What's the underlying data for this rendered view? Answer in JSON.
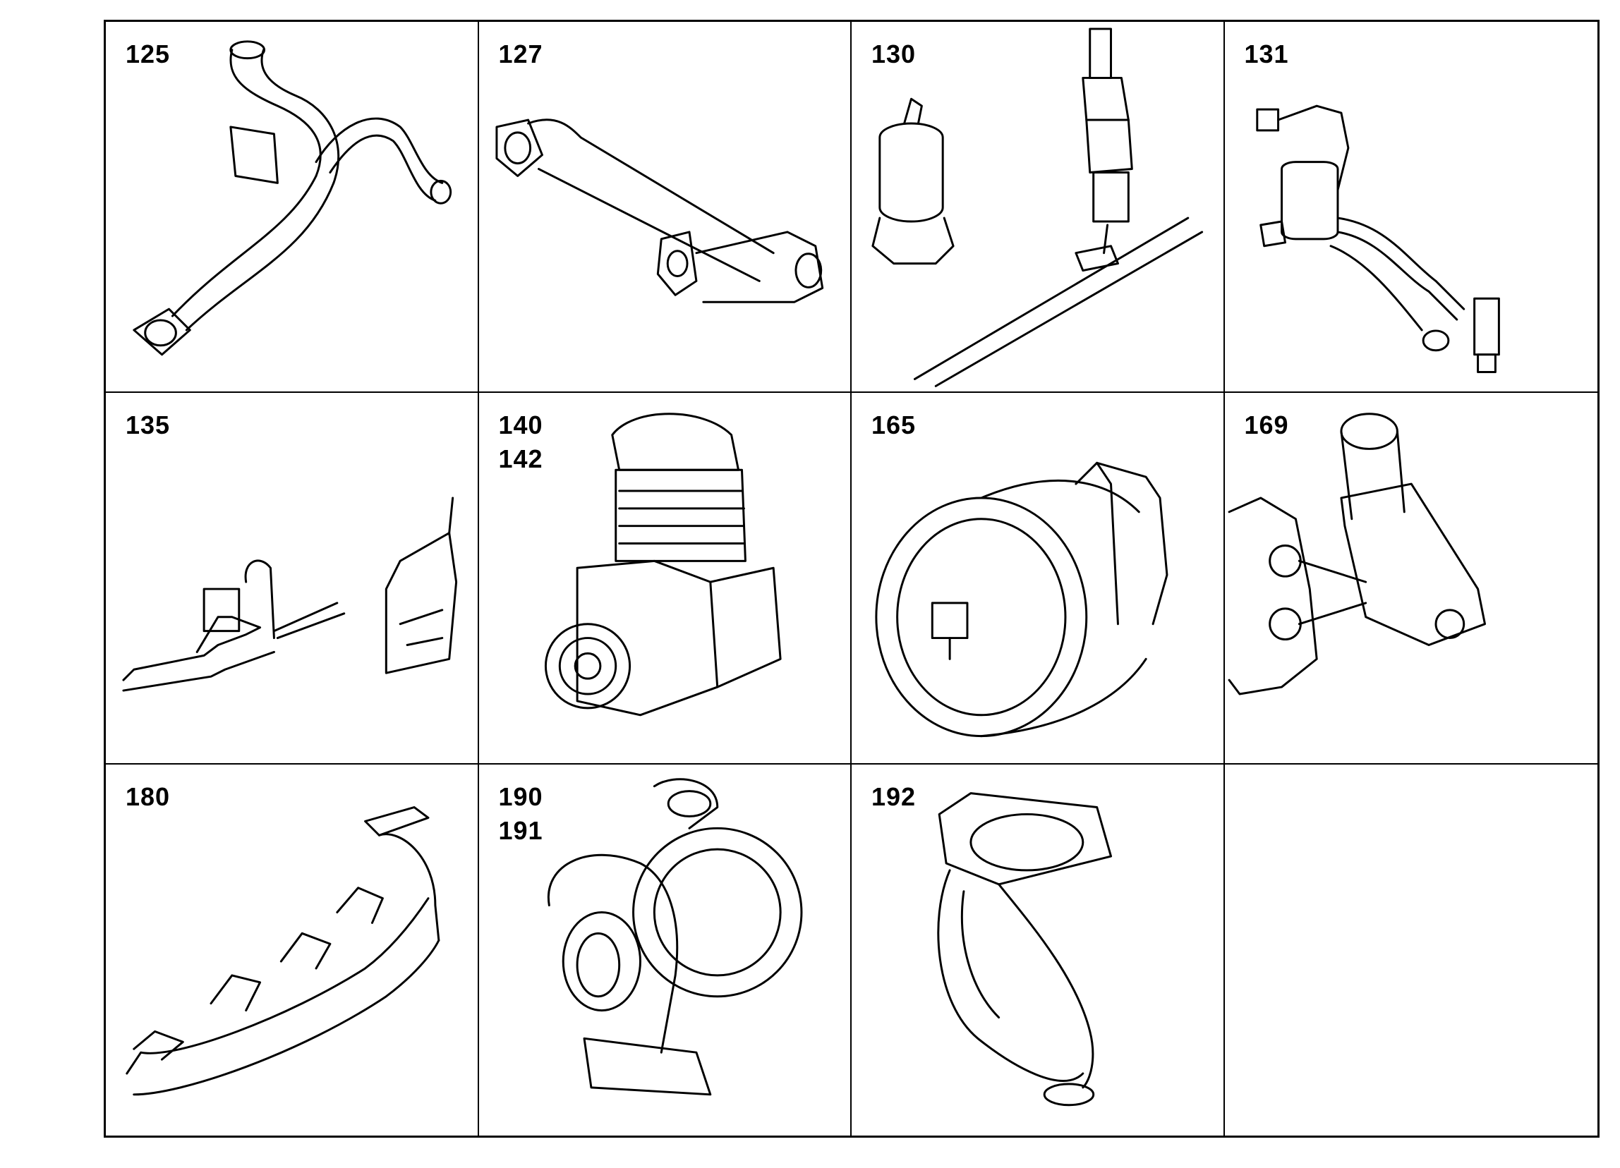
{
  "catalog": {
    "cells": [
      {
        "label": "125",
        "icon": "exhaust-pipe-y-icon"
      },
      {
        "label": "127",
        "icon": "flanged-pipe-icon"
      },
      {
        "label": "130",
        "icon": "glow-plug-solenoid-icon"
      },
      {
        "label": "131",
        "icon": "fuel-line-valve-icon"
      },
      {
        "label": "135",
        "icon": "linkage-injection-pump-icon"
      },
      {
        "label": "140\n142",
        "icon": "air-compressor-icon"
      },
      {
        "label": "165",
        "icon": "fan-clutch-icon"
      },
      {
        "label": "169",
        "icon": "thermostat-housing-icon"
      },
      {
        "label": "180",
        "icon": "exhaust-manifold-icon"
      },
      {
        "label": "190\n191",
        "icon": "turbocharger-icon"
      },
      {
        "label": "192",
        "icon": "exhaust-elbow-icon"
      },
      {
        "label": "",
        "icon": ""
      }
    ]
  }
}
